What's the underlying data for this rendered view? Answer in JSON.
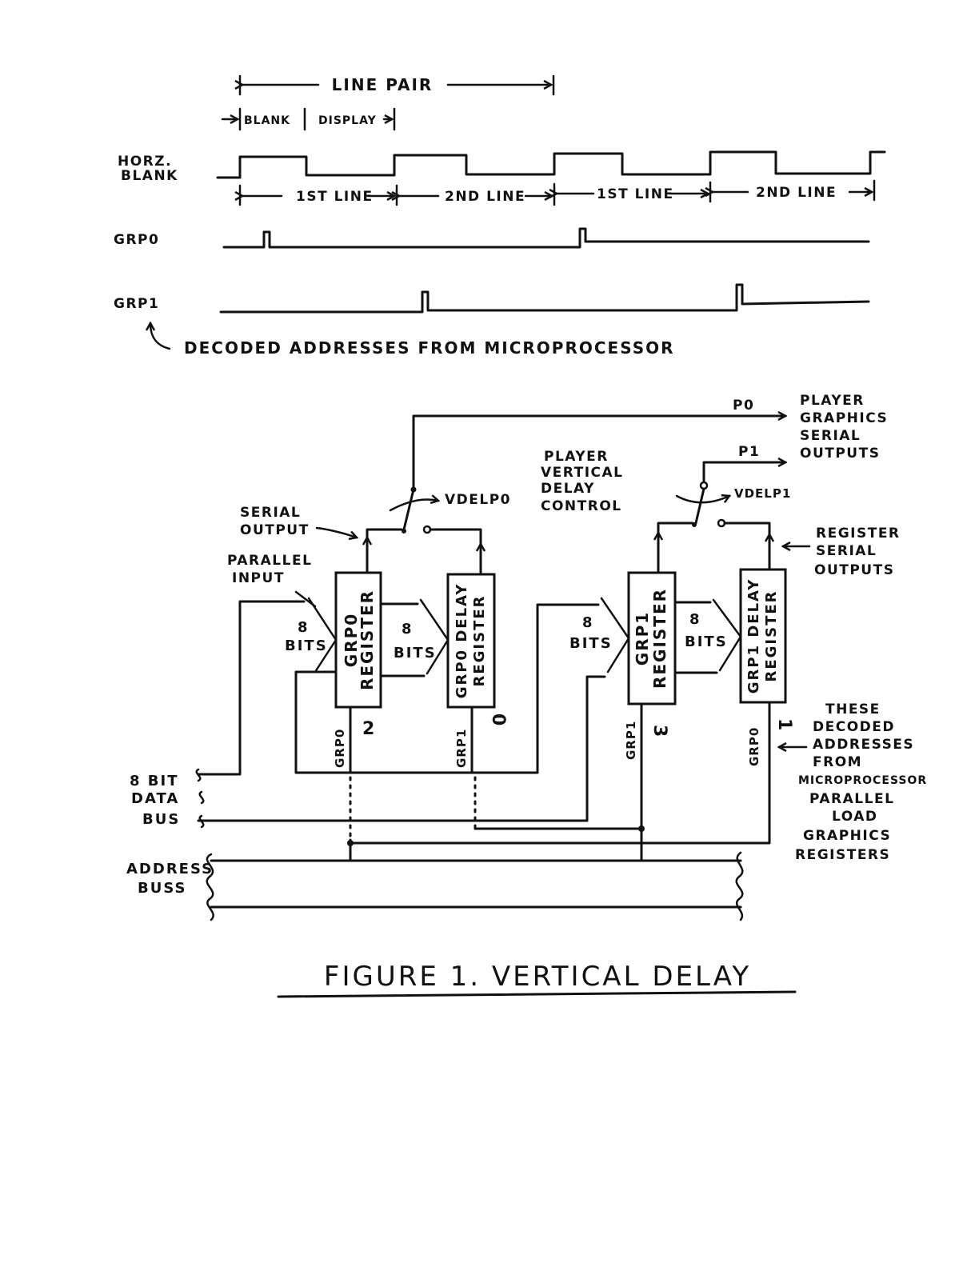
{
  "timing": {
    "line_pair": "LINE PAIR",
    "blank": "BLANK",
    "display": "DISPLAY",
    "horz_blank_1": "HORZ.",
    "horz_blank_2": "BLANK",
    "line_1a": "1ST LINE",
    "line_2a": "2ND LINE",
    "line_1b": "1ST LINE",
    "line_2b": "2ND LINE",
    "grp0": "GRP0",
    "grp1": "GRP1",
    "decoded_note": "DECODED ADDRESSES FROM MICROPROCESSOR"
  },
  "circuit": {
    "p0": "P0",
    "p1": "P1",
    "player_outputs": [
      "PLAYER",
      "GRAPHICS",
      "SERIAL",
      "OUTPUTS"
    ],
    "vdel_control": [
      "PLAYER",
      "VERTICAL",
      "DELAY",
      "CONTROL"
    ],
    "vdelp0": "VDELP0",
    "vdelp1": "VDELP1",
    "serial_output": [
      "SERIAL",
      "OUTPUT"
    ],
    "parallel_input": [
      "PARALLEL",
      "INPUT"
    ],
    "register_serial_outputs": [
      "REGISTER",
      "SERIAL",
      "OUTPUTS"
    ],
    "registers": [
      {
        "name": "GRP0",
        "sub": "REGISTER",
        "addr": "GRP0",
        "num": "2"
      },
      {
        "name": "GRP0 DELAY",
        "sub": "REGISTER",
        "addr": "GRP1",
        "num": "0"
      },
      {
        "name": "GRP1",
        "sub": "REGISTER",
        "addr": "GRP1",
        "num": "3"
      },
      {
        "name": "GRP1 DELAY",
        "sub": "REGISTER",
        "addr": "GRP0",
        "num": "1"
      }
    ],
    "bits_num": "8",
    "bits": "BITS",
    "data_bus": [
      "8 BIT",
      "DATA",
      "BUS"
    ],
    "address_bus": [
      "ADDRESS",
      "BUSS"
    ],
    "decoded_note": [
      "THESE",
      "DECODED",
      "ADDRESSES",
      "FROM",
      "MICROPROCESSOR",
      "PARALLEL",
      "LOAD",
      "GRAPHICS",
      "REGISTERS"
    ]
  },
  "caption": "FIGURE 1. VERTICAL DELAY"
}
